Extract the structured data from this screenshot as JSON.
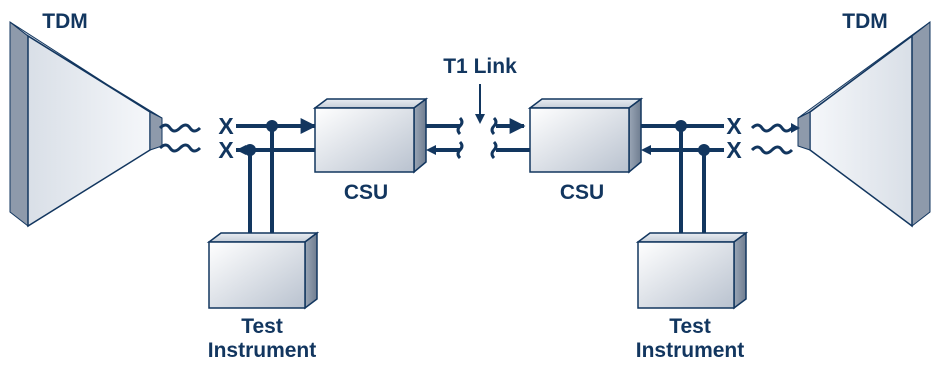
{
  "labels": {
    "tdm_left": "TDM",
    "tdm_right": "TDM",
    "t1_link": "T1 Link",
    "csu_left": "CSU",
    "csu_right": "CSU",
    "test_left_line1": "Test",
    "test_left_line2": "Instrument",
    "test_right_line1": "Test",
    "test_right_line2": "Instrument",
    "x_mark": "X"
  },
  "colors": {
    "line": "#12365f",
    "box_light": "#eef1f5",
    "box_mid": "#c9d0da",
    "box_dark": "#8e9aab"
  }
}
